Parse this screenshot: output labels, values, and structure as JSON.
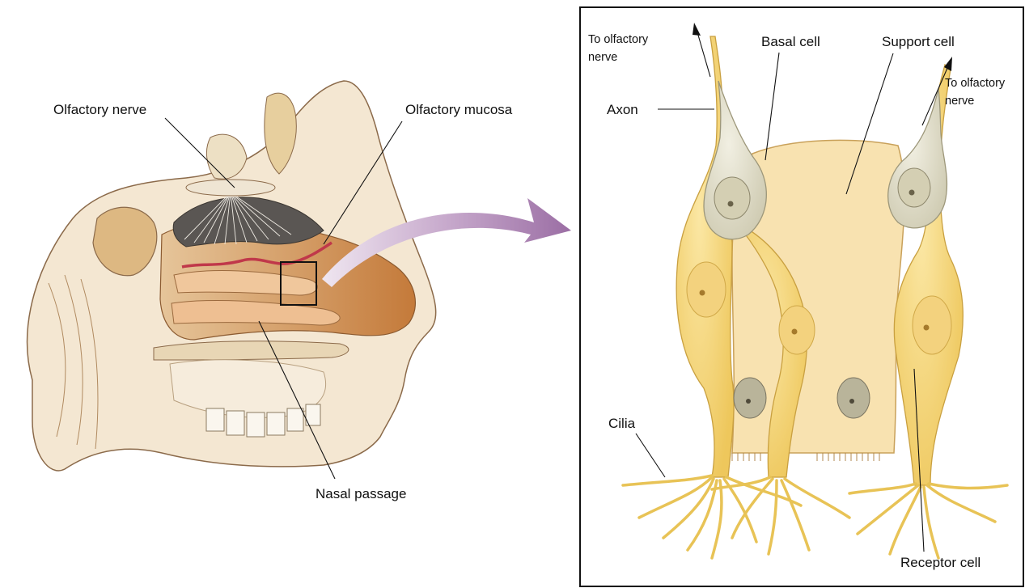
{
  "left_panel": {
    "labels": {
      "olfactory_nerve": "Olfactory nerve",
      "olfactory_mucosa": "Olfactory mucosa",
      "nasal_passage": "Nasal passage"
    }
  },
  "right_panel": {
    "labels": {
      "to_olfactory_nerve_left": [
        "To olfactory",
        "nerve"
      ],
      "to_olfactory_nerve_right": [
        "To olfactory",
        "nerve"
      ],
      "basal_cell": "Basal cell",
      "support_cell": "Support cell",
      "axon": "Axon",
      "cilia": "Cilia",
      "receptor_cell": "Receptor cell"
    }
  },
  "colors": {
    "arrow": "#a07aa8",
    "receptor": "#f2cf6a",
    "support": "#f8e2b0",
    "basal": "#dcd9c4",
    "mucosa": "#c0384a",
    "nasal_tissue": "#c9864a"
  }
}
